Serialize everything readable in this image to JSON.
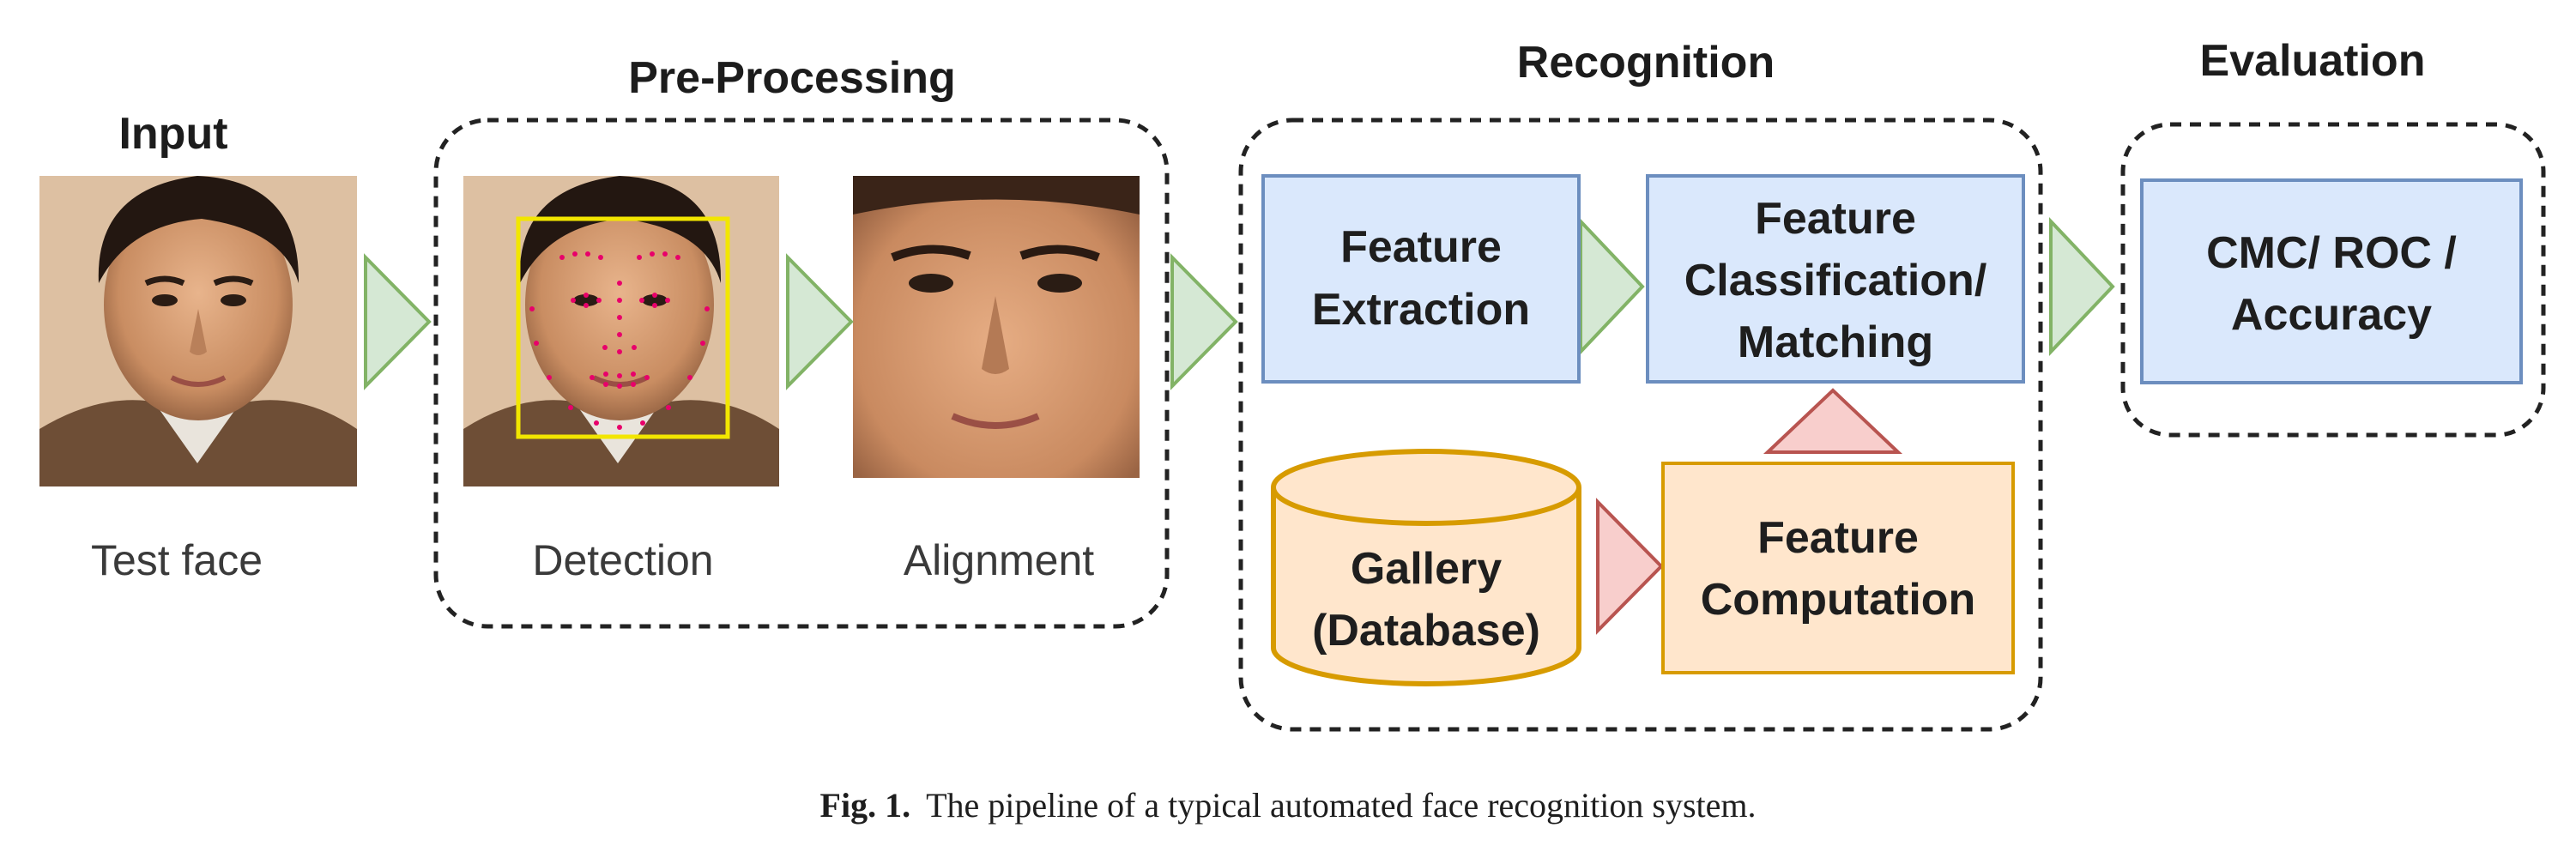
{
  "sections": {
    "input": "Input",
    "preprocessing": "Pre-Processing",
    "recognition": "Recognition",
    "evaluation": "Evaluation"
  },
  "image_captions": {
    "test_face": "Test face",
    "detection": "Detection",
    "alignment": "Alignment"
  },
  "boxes": {
    "feature_extraction": [
      "Feature",
      "Extraction"
    ],
    "feature_classification": [
      "Feature",
      "Classification/",
      "Matching"
    ],
    "gallery": [
      "Gallery",
      "(Database)"
    ],
    "feature_computation": [
      "Feature",
      "Computation"
    ],
    "evaluation_metrics": [
      "CMC/ ROC /",
      "Accuracy"
    ]
  },
  "caption": {
    "label": "Fig. 1.",
    "text": "The pipeline of a typical automated face recognition system."
  },
  "colors": {
    "blue_fill": "#dae8fc",
    "blue_stroke": "#6c8ebf",
    "orange_fill": "#ffe6cc",
    "orange_stroke": "#d79b00",
    "green_arrow_fill": "#d5e8d4",
    "green_arrow_stroke": "#82b366",
    "red_arrow_fill": "#f8cecc",
    "red_arrow_stroke": "#b85450",
    "detection_box": "#f2e600",
    "landmarks": "#e8006a"
  }
}
